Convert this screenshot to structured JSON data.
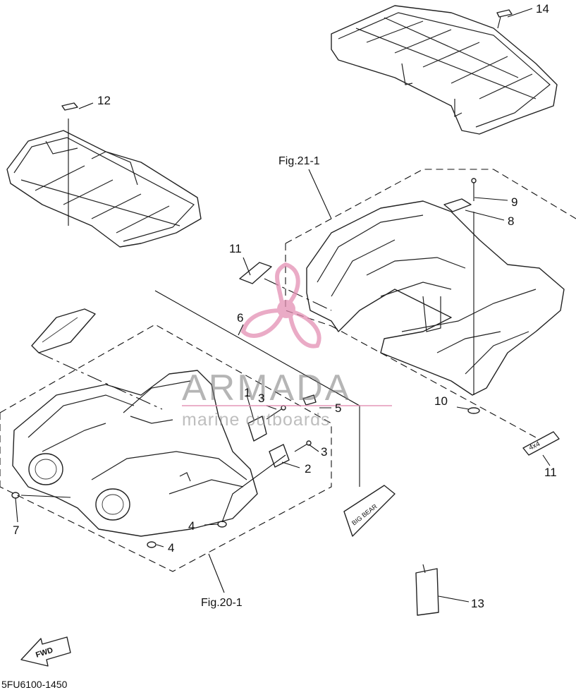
{
  "diagram": {
    "diagram_code": "5FU6100-1450",
    "fwd_label": "FWD",
    "fig_refs": [
      {
        "id": "fig-21-1",
        "label": "Fig.21-1"
      },
      {
        "id": "fig-20-1",
        "label": "Fig.20-1"
      }
    ],
    "callouts": [
      {
        "id": "c1",
        "label": "1"
      },
      {
        "id": "c2",
        "label": "2"
      },
      {
        "id": "c3a",
        "label": "3"
      },
      {
        "id": "c3b",
        "label": "3"
      },
      {
        "id": "c4a",
        "label": "4"
      },
      {
        "id": "c4b",
        "label": "4"
      },
      {
        "id": "c5",
        "label": "5"
      },
      {
        "id": "c6",
        "label": "6"
      },
      {
        "id": "c7",
        "label": "7"
      },
      {
        "id": "c8",
        "label": "8"
      },
      {
        "id": "c9",
        "label": "9"
      },
      {
        "id": "c10",
        "label": "10"
      },
      {
        "id": "c11a",
        "label": "11"
      },
      {
        "id": "c11b",
        "label": "11"
      },
      {
        "id": "c12",
        "label": "12"
      },
      {
        "id": "c13",
        "label": "13"
      },
      {
        "id": "c14",
        "label": "14"
      }
    ],
    "decal_text": {
      "four_by_four": "4x4",
      "big_bear": "BIG BEAR"
    }
  },
  "watermark": {
    "brand": "ARMADA",
    "tagline": "marine outboards",
    "colors": {
      "logo": "#e38fb3",
      "text": "#7a7a7a"
    }
  }
}
